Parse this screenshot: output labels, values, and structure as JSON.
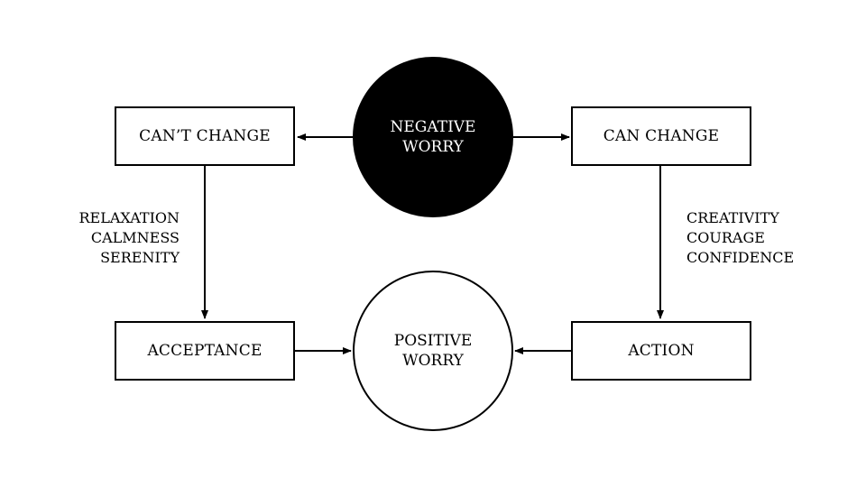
{
  "colors": {
    "ink": "#000000",
    "paper": "#ffffff"
  },
  "nodes": {
    "negative_worry": [
      "NEGATIVE",
      "WORRY"
    ],
    "positive_worry": [
      "POSITIVE",
      "WORRY"
    ],
    "cant_change": "CAN’T CHANGE",
    "can_change": "CAN CHANGE",
    "acceptance": "ACCEPTANCE",
    "action": "ACTION"
  },
  "labels": {
    "left_qualities": [
      "RELAXATION",
      "CALMNESS",
      "SERENITY"
    ],
    "right_qualities": [
      "CREATIVITY",
      "COURAGE",
      "CONFIDENCE"
    ]
  }
}
